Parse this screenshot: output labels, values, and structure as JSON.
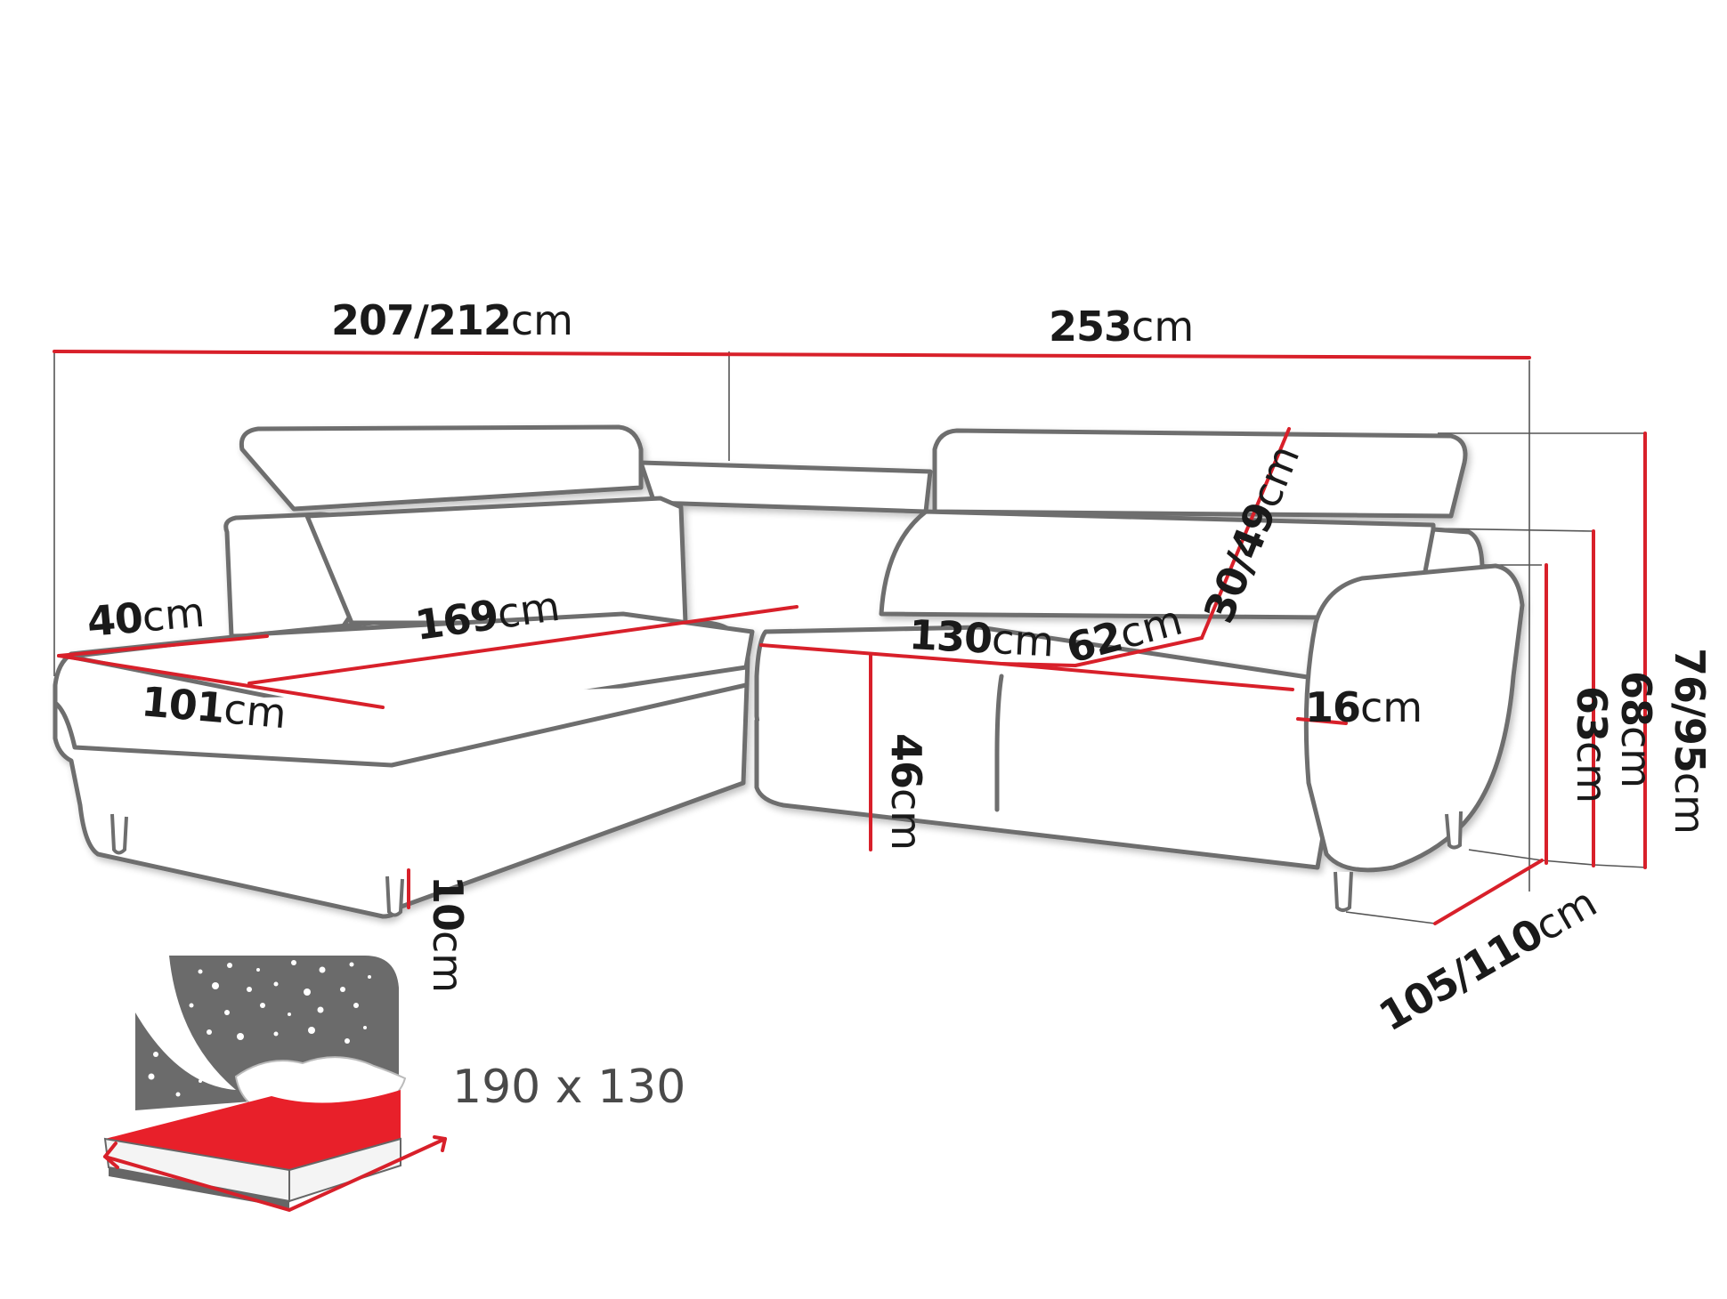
{
  "diagram": {
    "subject": "Corner sofa bed dimensions",
    "line_color": "#6e6e6e",
    "dimension_color": "#d8202a",
    "text_color": "#1a1a1a",
    "unit": "cm",
    "dimensions": {
      "overall_left_width": {
        "value": "207/212",
        "unit": "cm"
      },
      "overall_right_width": {
        "value": "253",
        "unit": "cm"
      },
      "chaise_armrest_width": {
        "value": "40",
        "unit": "cm"
      },
      "chaise_seat_length": {
        "value": "169",
        "unit": "cm"
      },
      "chaise_depth": {
        "value": "101",
        "unit": "cm"
      },
      "seat_width": {
        "value": "130",
        "unit": "cm"
      },
      "seat_depth": {
        "value": "62",
        "unit": "cm"
      },
      "headrest_height": {
        "value": "30/49",
        "unit": "cm"
      },
      "armrest_width": {
        "value": "16",
        "unit": "cm"
      },
      "seat_height": {
        "value": "46",
        "unit": "cm"
      },
      "leg_height": {
        "value": "10",
        "unit": "cm"
      },
      "armrest_height": {
        "value": "63",
        "unit": "cm"
      },
      "backrest_height": {
        "value": "68",
        "unit": "cm"
      },
      "total_height": {
        "value": "76/95",
        "unit": "cm"
      },
      "total_depth": {
        "value": "105/110",
        "unit": "cm"
      }
    },
    "sleeping_area": {
      "label": "190 x 130",
      "icon": "bed-night-icon"
    }
  }
}
